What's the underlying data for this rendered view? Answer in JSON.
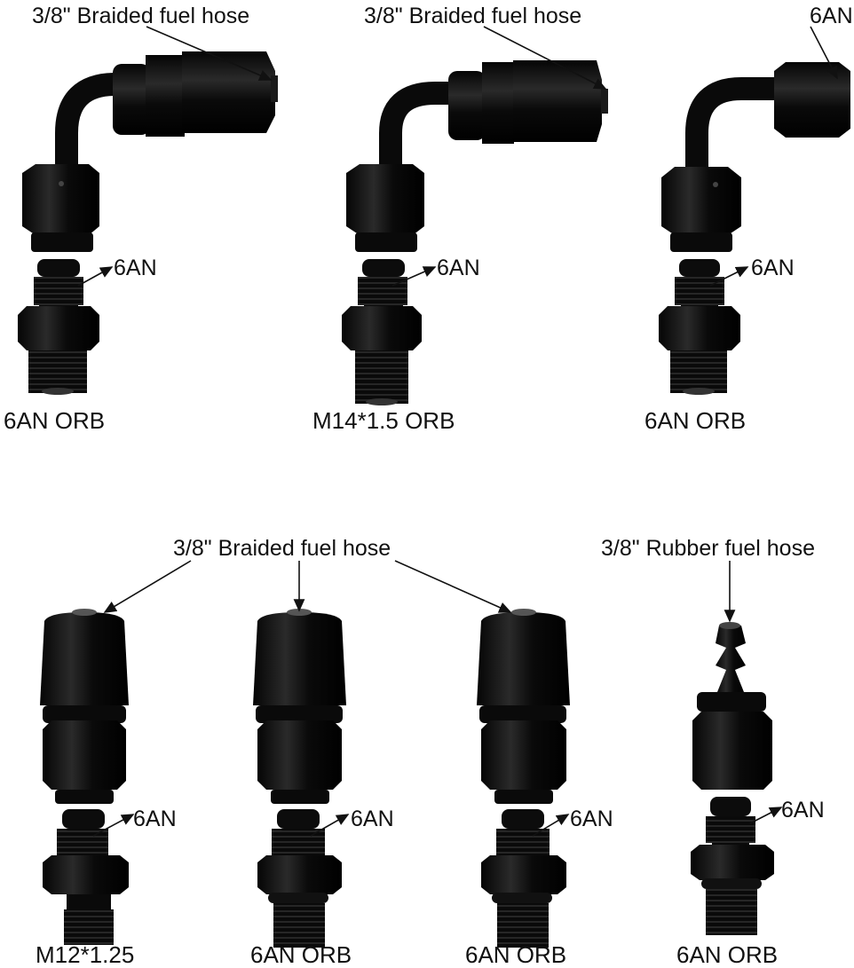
{
  "top_row": {
    "fittings": [
      {
        "hose_label": "3/8\" Braided fuel hose",
        "an_label": "6AN",
        "caption": "6AN ORB",
        "type": "90-degree braided hose end"
      },
      {
        "hose_label": "3/8\" Braided fuel hose",
        "an_label": "6AN",
        "caption": "M14*1.5 ORB",
        "type": "90-degree braided hose end"
      },
      {
        "hose_label": "6AN",
        "an_label": "6AN",
        "caption": "6AN ORB",
        "type": "90-degree female swivel"
      }
    ]
  },
  "bottom_row": {
    "shared_hose_label": "3/8\" Braided fuel hose",
    "rubber_hose_label": "3/8\" Rubber fuel hose",
    "fittings": [
      {
        "an_label": "6AN",
        "caption": "M12*1.25",
        "type": "straight braided hose end"
      },
      {
        "an_label": "6AN",
        "caption": "6AN ORB",
        "type": "straight braided hose end"
      },
      {
        "an_label": "6AN",
        "caption": "6AN ORB",
        "type": "straight braided hose end"
      },
      {
        "an_label": "6AN",
        "caption": "6AN ORB",
        "type": "push-lock barb"
      }
    ]
  },
  "colors": {
    "fitting": "#0d0d0d",
    "highlight": "#2a2a2a",
    "background": "#ffffff",
    "text": "#111111"
  }
}
